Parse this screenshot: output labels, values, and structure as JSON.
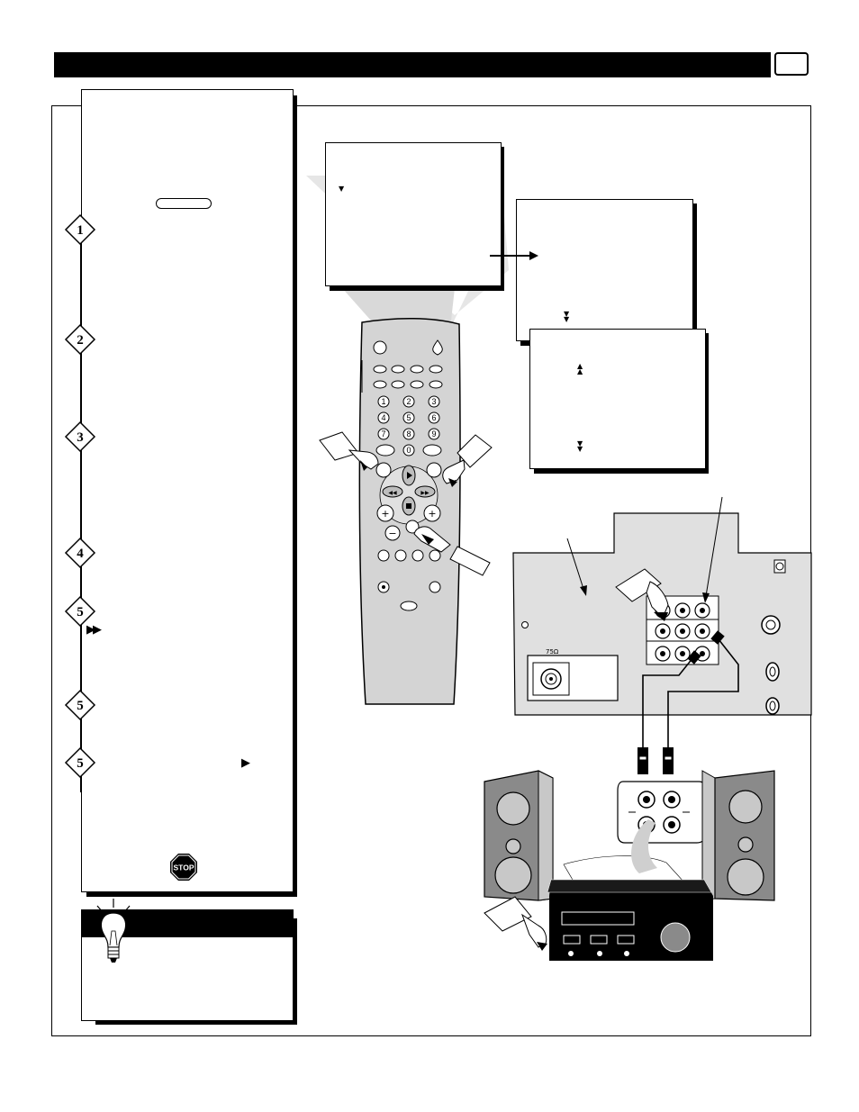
{
  "header": {
    "title": ""
  },
  "steps": [
    {
      "number": "1",
      "symbol": ""
    },
    {
      "number": "2",
      "symbol": ""
    },
    {
      "number": "3",
      "symbol": ""
    },
    {
      "number": "4",
      "symbol": ""
    },
    {
      "number": "5",
      "symbol": "▶▶"
    },
    {
      "number": "5",
      "symbol": ""
    },
    {
      "number": "5",
      "symbol": "▶"
    }
  ],
  "stop_sign": {
    "label": "STOP"
  },
  "remote": {
    "number_keys": [
      "1",
      "2",
      "3",
      "4",
      "5",
      "6",
      "7",
      "8",
      "9",
      "0"
    ]
  },
  "tv_panel": {
    "antenna_label": "75Ω"
  },
  "colors": {
    "ink": "#000000",
    "speaker_gray": "#8a8a8a",
    "gray_light": "#c8c8c8"
  }
}
